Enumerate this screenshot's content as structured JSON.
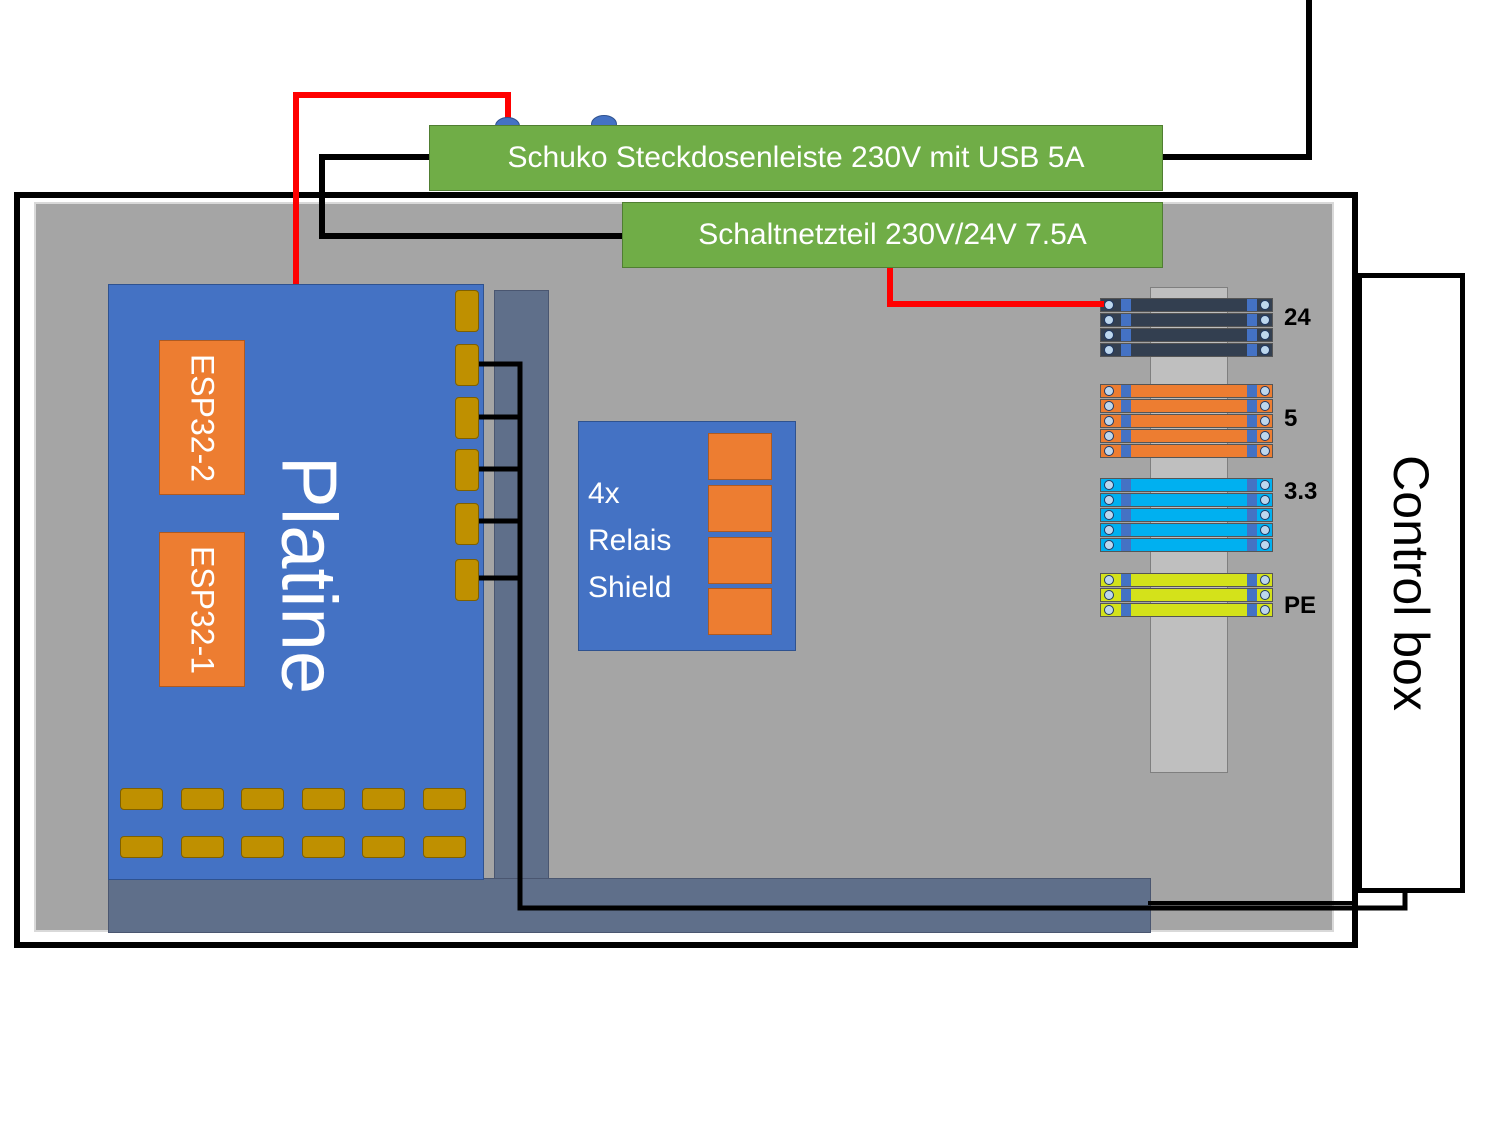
{
  "power_strip": {
    "label": "Schuko Steckdosenleiste 230V mit USB 5A"
  },
  "psu": {
    "label": "Schaltnetzteil 230V/24V 7.5A"
  },
  "board": {
    "label": "Platine",
    "modules": [
      {
        "label": "ESP32-2"
      },
      {
        "label": "ESP32-1"
      }
    ]
  },
  "relay_shield": {
    "lines": [
      "4x",
      "Relais",
      "Shield"
    ],
    "relay_count": 4
  },
  "terminal_blocks": [
    {
      "label": "24",
      "color": "#333f50",
      "rows": 4
    },
    {
      "label": "5",
      "color": "#ed7d31",
      "rows": 5
    },
    {
      "label": "3.3",
      "color": "#00b0f0",
      "rows": 5
    },
    {
      "label": "PE",
      "color": "#d4e21a",
      "rows": 3
    }
  ],
  "control_box": {
    "label": "Control box"
  },
  "colors": {
    "live_wire": "#ff0000",
    "signal_wire": "#000000",
    "board": "#4472c4",
    "module": "#ed7d31",
    "supply": "#70ad47"
  }
}
